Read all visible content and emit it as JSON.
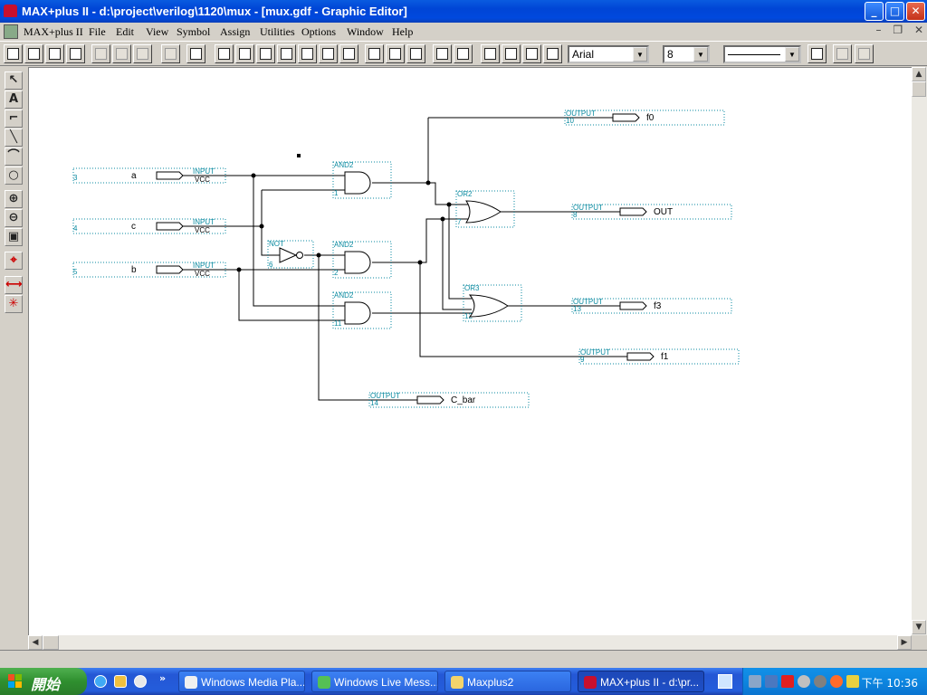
{
  "window": {
    "title": "MAX+plus II - d:\\project\\verilog\\1120\\mux - [mux.gdf - Graphic Editor]",
    "min": "_",
    "max": "□",
    "close": "✕"
  },
  "menu": [
    "MAX+plus II",
    "File",
    "Edit",
    "View",
    "Symbol",
    "Assign",
    "Utilities",
    "Options",
    "Window",
    "Help"
  ],
  "mdi_controls": [
    "–",
    "❐",
    "✕"
  ],
  "toolbar": {
    "font_name": "Arial",
    "font_size": "8",
    "line_style_icon": "solid-line",
    "buttons": [
      "new-icon",
      "open-icon",
      "save-icon",
      "print-icon",
      "cut-icon",
      "copy-icon",
      "paste-icon",
      "undo-icon",
      "help-pointer-icon",
      "warning-icon",
      "hierarchy-up-icon",
      "hierarchy-icon",
      "hierarchy-display-icon",
      "floorplan-icon",
      "compiler-icon",
      "simulator-icon",
      "timing-analyzer-icon",
      "programmer-icon",
      "project-set-icon",
      "project-save-check-icon",
      "project-save-compile-icon",
      "project-save-simulate-icon",
      "find-node-icon",
      "find-node-in-design-icon",
      "find-node-in-floorplan-icon",
      "find-node-in-waveform-icon",
      "font-size-icon",
      "toggle-ortho-icon",
      "rubberbanding-icon"
    ]
  },
  "left_tools": [
    {
      "name": "select-arrow-icon",
      "glyph": "↖"
    },
    {
      "name": "text-tool-icon",
      "glyph": "A"
    },
    {
      "name": "orthogonal-line-icon",
      "glyph": "⌐"
    },
    {
      "name": "diagonal-line-icon",
      "glyph": "╲"
    },
    {
      "name": "arc-tool-icon",
      "glyph": "⌒"
    },
    {
      "name": "circle-tool-icon",
      "glyph": "○"
    },
    {
      "name": "zoom-in-icon",
      "glyph": "⊕"
    },
    {
      "name": "zoom-out-icon",
      "glyph": "⊖"
    },
    {
      "name": "fit-in-window-icon",
      "glyph": "▣"
    },
    {
      "name": "rubberband-toggle-icon",
      "glyph": "⌖"
    },
    {
      "name": "connect-line-icon",
      "glyph": "⟷"
    },
    {
      "name": "disconnect-line-icon",
      "glyph": "✳"
    }
  ],
  "schematic": {
    "inputs": [
      {
        "pin": "3",
        "name": "a",
        "type": "INPUT",
        "vcc": "VCC"
      },
      {
        "pin": "4",
        "name": "c",
        "type": "INPUT",
        "vcc": "VCC"
      },
      {
        "pin": "5",
        "name": "b",
        "type": "INPUT",
        "vcc": "VCC"
      }
    ],
    "gates": [
      {
        "type": "AND2",
        "num": "1"
      },
      {
        "type": "NOT",
        "num": "6"
      },
      {
        "type": "AND2",
        "num": "2"
      },
      {
        "type": "AND2",
        "num": "11"
      },
      {
        "type": "OR2",
        "num": "7"
      },
      {
        "type": "OR3",
        "num": "12"
      }
    ],
    "outputs": [
      {
        "pin": "10",
        "name": "f0",
        "type": "OUTPUT"
      },
      {
        "pin": "8",
        "name": "OUT",
        "type": "OUTPUT"
      },
      {
        "pin": "13",
        "name": "f3",
        "type": "OUTPUT"
      },
      {
        "pin": "9",
        "name": "f1",
        "type": "OUTPUT"
      },
      {
        "pin": "14",
        "name": "C_bar",
        "type": "OUTPUT"
      }
    ]
  },
  "taskbar": {
    "start": "開始",
    "tasks": [
      {
        "label": "Windows Media Pla...",
        "color": "#f0f0f0"
      },
      {
        "label": "Windows Live Mess...",
        "color": "#55c055"
      },
      {
        "label": "Maxplus2",
        "color": "#f3d36b"
      },
      {
        "label": "MAX+plus II - d:\\pr...",
        "color": "#c8102e"
      }
    ],
    "clock": "下午 10:36"
  }
}
